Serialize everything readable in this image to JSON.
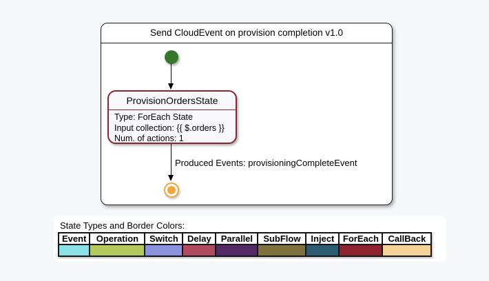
{
  "diagram": {
    "title": "Send CloudEvent on provision completion v1.0",
    "start_node": {
      "color": "#37772C"
    },
    "end_node": {
      "color": "#F0A73C"
    },
    "state": {
      "name": "ProvisionOrdersState",
      "border_color": "#8E2430",
      "details": [
        "Type: ForEach State",
        "Input collection: {{ $.orders }}",
        "Num. of actions: 1"
      ]
    },
    "edge_label": "Produced Events: provisioningCompleteEvent"
  },
  "legend": {
    "title": "State Types and Border Colors:",
    "items": [
      {
        "label": "Event",
        "color": "#8CE1E9"
      },
      {
        "label": "Operation",
        "color": "#B5CA5D"
      },
      {
        "label": "Switch",
        "color": "#8A92DD"
      },
      {
        "label": "Delay",
        "color": "#B04A5E"
      },
      {
        "label": "Parallel",
        "color": "#542A64"
      },
      {
        "label": "SubFlow",
        "color": "#7C713F"
      },
      {
        "label": "Inject",
        "color": "#2C5D73"
      },
      {
        "label": "ForEach",
        "color": "#8E2430"
      },
      {
        "label": "CallBack",
        "color": "#F5D398"
      }
    ]
  }
}
